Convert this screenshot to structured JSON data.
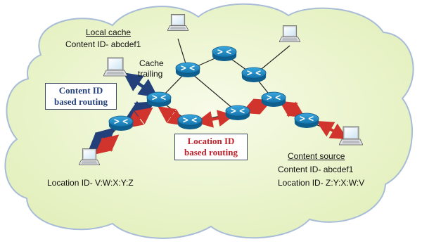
{
  "labels": {
    "local_cache_title": "Local cache",
    "local_cache_content_id": "Content ID- abcdef1",
    "cache_trailing_line1": "Cache",
    "cache_trailing_line2": "trailing",
    "content_routing_line1": "Content ID",
    "content_routing_line2": "based routing",
    "location_routing_line1": "Location ID",
    "location_routing_line2": "based routing",
    "content_source_title": "Content source",
    "content_source_content_id": "Content ID- abcdef1",
    "content_source_location_id": "Location ID- Z:Y:X:W:V",
    "client_location_id": "Location ID- V:W:X:Y:Z"
  },
  "icons": {
    "router": "router-icon",
    "laptop": "laptop-icon",
    "cloud": "cloud-shape"
  },
  "colors": {
    "cloud_fill": "#e9f4c8",
    "cloud_stroke": "#a8bcd8",
    "content_routing_arrow": "#24407a",
    "location_routing_arrow": "#d0342c",
    "router_fill": "#1d7fb8",
    "link": "#222222"
  }
}
